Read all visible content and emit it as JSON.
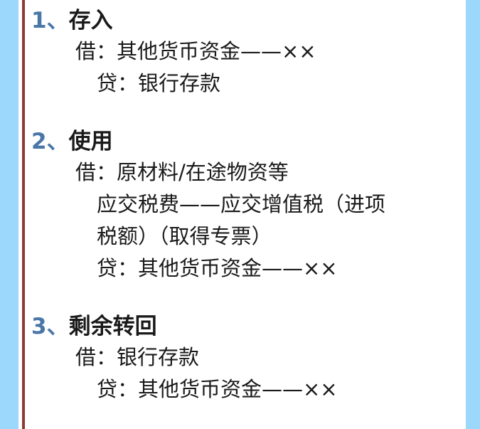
{
  "slide": {
    "background_color": "#ffffff",
    "accent_blue": "#9cd8fb",
    "accent_red": "#8c3b34",
    "number_color": "#4a76a8",
    "text_color": "#1a1a1a"
  },
  "sections": [
    {
      "number": "1",
      "pause": "、",
      "title": "存入",
      "lines": [
        {
          "indent": 1,
          "text": "借：其他货币资金——××"
        },
        {
          "indent": 2,
          "text": "贷：银行存款"
        }
      ]
    },
    {
      "number": "2",
      "pause": "、",
      "title": "使用",
      "lines": [
        {
          "indent": 1,
          "text": "借：原材料/在途物资等"
        },
        {
          "indent": 2,
          "text": "应交税费——应交增值税（进项"
        },
        {
          "indent": 2,
          "text": "税额）（取得专票）"
        },
        {
          "indent": 2,
          "text": "贷：其他货币资金——××"
        }
      ]
    },
    {
      "number": "3",
      "pause": "、",
      "title": "剩余转回",
      "lines": [
        {
          "indent": 1,
          "text": "借：银行存款"
        },
        {
          "indent": 2,
          "text": "贷：其他货币资金——××"
        }
      ]
    }
  ]
}
